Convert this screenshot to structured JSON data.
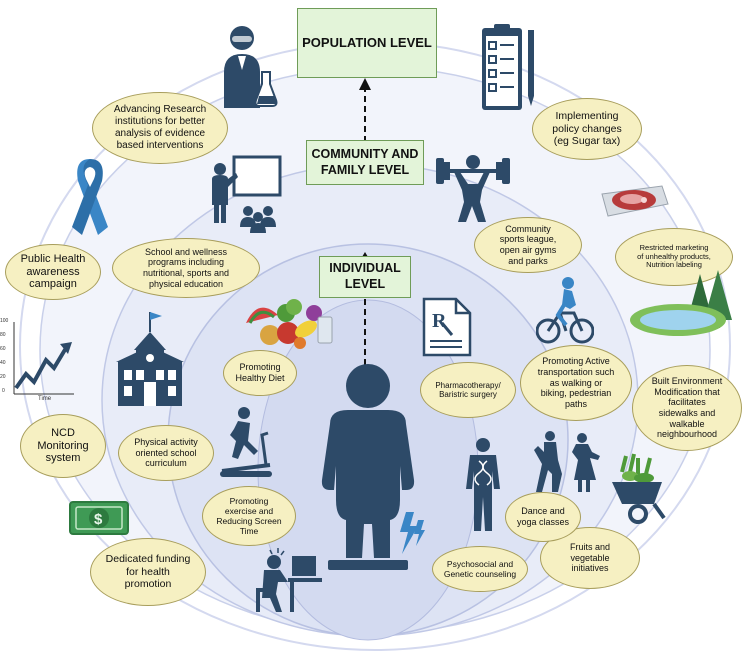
{
  "levels": {
    "population": "POPULATION LEVEL",
    "community": "COMMUNITY AND\nFAMILY LEVEL",
    "individual": "INDIVIDUAL\nLEVEL"
  },
  "population_items": {
    "research": "Advancing Research\ninstitutions for better\nanalysis of evidence\nbased interventions",
    "policy": "Implementing\npolicy changes\n(eg Sugar tax)",
    "marketing": "Restricted marketing\nof unhealthy products,\nNutrition labeling",
    "built_env": "Built Environment\nModification that\nfacilitates\nsidewalks and\nwalkable\nneighbourhood",
    "fruits": "Fruits and\nvegetable\ninitiatives",
    "funding": "Dedicated funding\nfor health\npromotion",
    "ncd": "NCD\nMonitoring\nsystem",
    "public_health": "Public Health\nawareness\ncampaign"
  },
  "community_items": {
    "school": "School and wellness\nprograms including\nnutritional, sports and\nphysical education",
    "sports": "Community\nsports league,\nopen air gyms\nand parks",
    "transport": "Promoting Active\ntransportation such\nas walking or\nbiking, pedestrian\npaths",
    "dance": "Dance and\nyoga classes",
    "physical_curriculum": "Physical activity\noriented school\ncurriculum"
  },
  "individual_items": {
    "diet": "Promoting\nHealthy Diet",
    "pharma": "Pharmacotherapy/\nBaristric surgery",
    "exercise": "Promoting\nexercise  and\nReducing Screen\nTime",
    "psycho": "Psychosocial and\nGenetic counseling"
  },
  "chart_icon": {
    "yticks": [
      "100",
      "80",
      "60",
      "40",
      "20",
      "0"
    ],
    "xlabel": "Time"
  },
  "colors": {
    "icon": "#2d4a68",
    "oval_fill": "#f6f0c2",
    "oval_border": "#a89e5c",
    "level_fill": "#e3f4d9",
    "level_border": "#6f9c58",
    "ring_outer": "#dfe4f3",
    "ring_inner": "#cbd3ec"
  }
}
